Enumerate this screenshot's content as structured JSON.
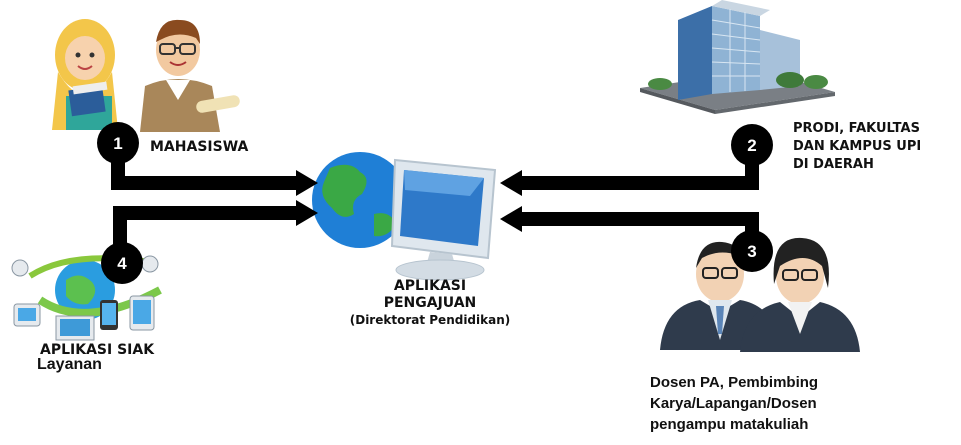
{
  "steps": {
    "s1": "1",
    "s2": "2",
    "s3": "3",
    "s4": "4"
  },
  "labels": {
    "mahasiswa": "MAHASISWA",
    "prodi": [
      "PRODI, FAKULTAS",
      "DAN KAMPUS UPI",
      "DI DAERAH"
    ],
    "aplikasi": [
      "APLIKASI",
      "PENGAJUAN"
    ],
    "aplikasi_sub": "(Direktorat Pendidikan)",
    "siak": "APLIKASI SIAK",
    "layanan": "Layanan",
    "dosen": [
      "Dosen PA, Pembimbing",
      "Karya/Lapangan/Dosen",
      "pengampu matakuliah"
    ]
  },
  "icons": {
    "students": "students-icon",
    "building": "building-icon",
    "computer": "computer-globe-icon",
    "network": "network-devices-icon",
    "lecturers": "lecturers-icon"
  },
  "colors": {
    "arrow": "#000000",
    "globe_blue": "#1f7fd6",
    "globe_green": "#3aa845",
    "monitor": "#d8e4ee",
    "suit": "#2f3b4c"
  }
}
